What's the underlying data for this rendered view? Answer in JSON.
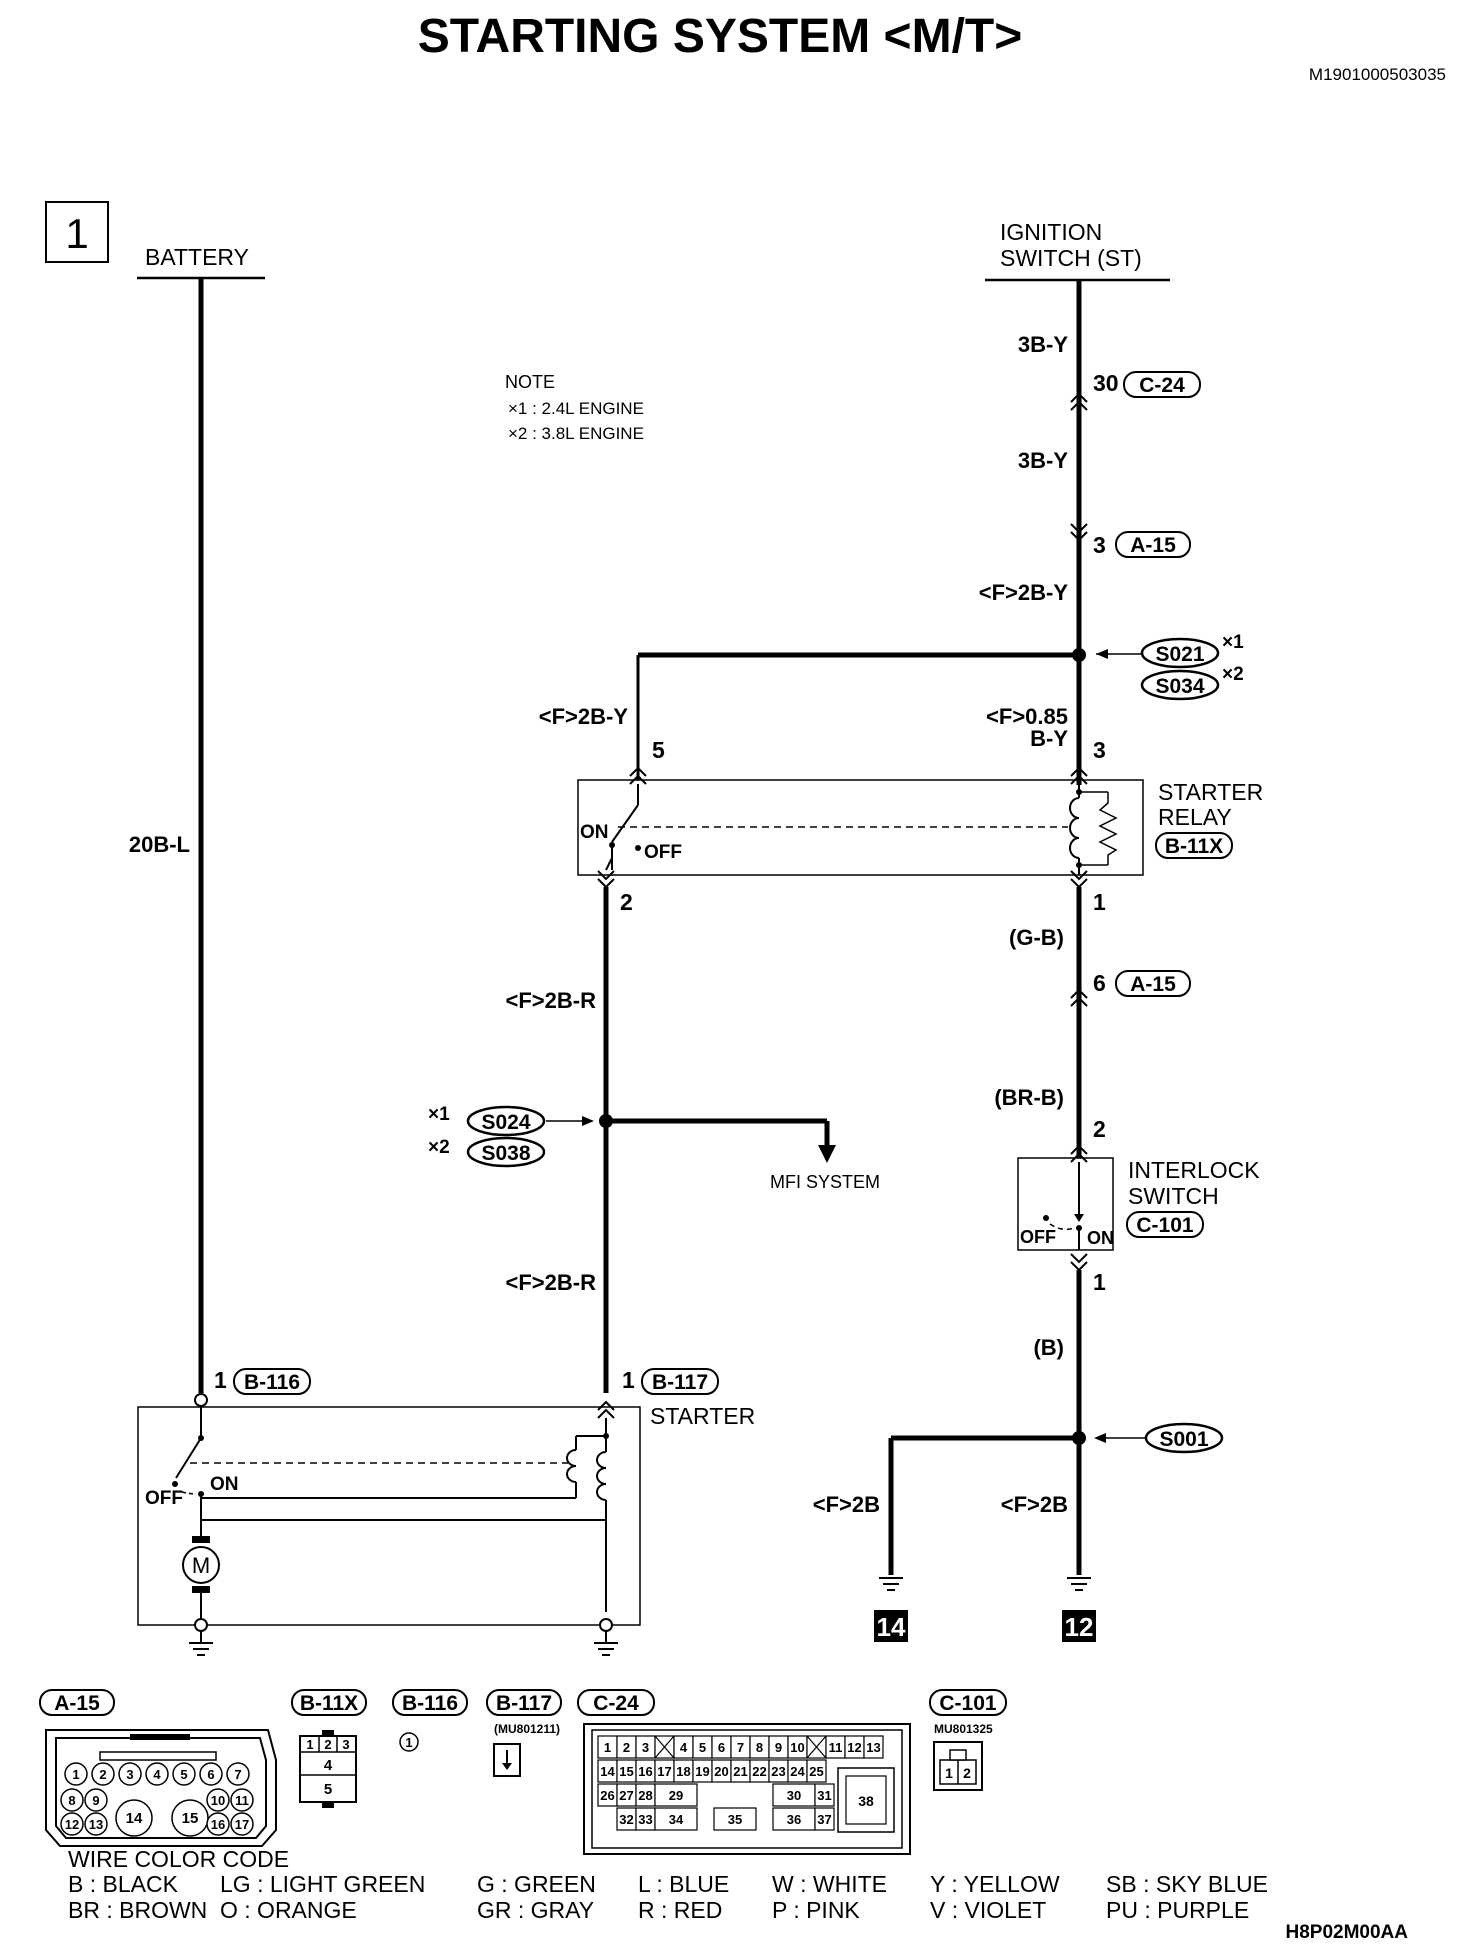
{
  "title": "STARTING SYSTEM <M/T>",
  "doc_id": "M1901000503035",
  "page_number": "1",
  "figure_code": "H8P02M00AA",
  "note": {
    "heading": "NOTE",
    "line1": "×1 : 2.4L ENGINE",
    "line2": "×2 : 3.8L ENGINE"
  },
  "components": {
    "battery": "BATTERY",
    "ignition_line1": "IGNITION",
    "ignition_line2": "SWITCH (ST)",
    "relay_line1": "STARTER",
    "relay_line2": "RELAY",
    "interlock_line1": "INTERLOCK",
    "interlock_line2": "SWITCH",
    "starter": "STARTER",
    "mfi": "MFI SYSTEM",
    "motor": "M"
  },
  "wires": {
    "batt": "20B-L",
    "ign_top": "3B-Y",
    "ign_mid": "3B-Y",
    "f2by_right": "<F>2B-Y",
    "f2by_left": "<F>2B-Y",
    "f085_a": "<F>0.85",
    "f085_b": "B-Y",
    "f2br_upper": "<F>2B-R",
    "f2br_lower": "<F>2B-R",
    "gb": "(G-B)",
    "brb": "(BR-B)",
    "b": "(B)",
    "f2b_left": "<F>2B",
    "f2b_right": "<F>2B"
  },
  "connectors": {
    "c24": "C-24",
    "a15": "A-15",
    "b11x": "B-11X",
    "b116": "B-116",
    "b117": "B-117",
    "c101": "C-101",
    "s021": "S021",
    "s034": "S034",
    "s024": "S024",
    "s038": "S038",
    "s001": "S001"
  },
  "pins": {
    "c24_30": "30",
    "a15_3": "3",
    "relay_5": "5",
    "relay_3": "3",
    "relay_2": "2",
    "relay_1": "1",
    "a15_6": "6",
    "interlock_2": "2",
    "interlock_1": "1",
    "b116_1": "1",
    "b117_1": "1"
  },
  "switch_states": {
    "relay_on": "ON",
    "relay_off": "OFF",
    "interlock_off": "OFF",
    "interlock_on": "ON",
    "starter_off": "OFF",
    "starter_on": "ON"
  },
  "stars": {
    "s021": "×1",
    "s034": "×2",
    "s024": "×1",
    "s038": "×2"
  },
  "grounds": {
    "left": "14",
    "right": "12"
  },
  "part_numbers": {
    "b117": "(MU801211)",
    "c101": "MU801325"
  },
  "connector_pins": {
    "a15_row1": [
      "1",
      "2",
      "3",
      "4",
      "5",
      "6",
      "7"
    ],
    "a15_row2": [
      "8",
      "9",
      "10",
      "11"
    ],
    "a15_row3": [
      "12",
      "13",
      "14",
      "15",
      "16",
      "17"
    ],
    "b11x": [
      "1",
      "2",
      "3",
      "4",
      "5"
    ],
    "b116": [
      "1"
    ],
    "c24_row1": [
      "1",
      "2",
      "3",
      "4",
      "5",
      "6",
      "7",
      "8",
      "9",
      "10",
      "11",
      "12",
      "13"
    ],
    "c24_row2": [
      "14",
      "15",
      "16",
      "17",
      "18",
      "19",
      "20",
      "21",
      "22",
      "23",
      "24",
      "25"
    ],
    "c24_row3": [
      "26",
      "27",
      "28",
      "29",
      "30",
      "31"
    ],
    "c24_row4": [
      "32",
      "33",
      "34",
      "35",
      "36",
      "37"
    ],
    "c24_big": "38",
    "c101": [
      "1",
      "2"
    ]
  },
  "legend": {
    "heading": "WIRE COLOR CODE",
    "row1": [
      "B : BLACK",
      "LG : LIGHT GREEN",
      "G : GREEN",
      "L : BLUE",
      "W : WHITE",
      "Y : YELLOW",
      "SB : SKY BLUE"
    ],
    "row2": [
      "BR : BROWN",
      "O : ORANGE",
      "GR : GRAY",
      "R : RED",
      "P : PINK",
      "V : VIOLET",
      "PU : PURPLE"
    ]
  }
}
